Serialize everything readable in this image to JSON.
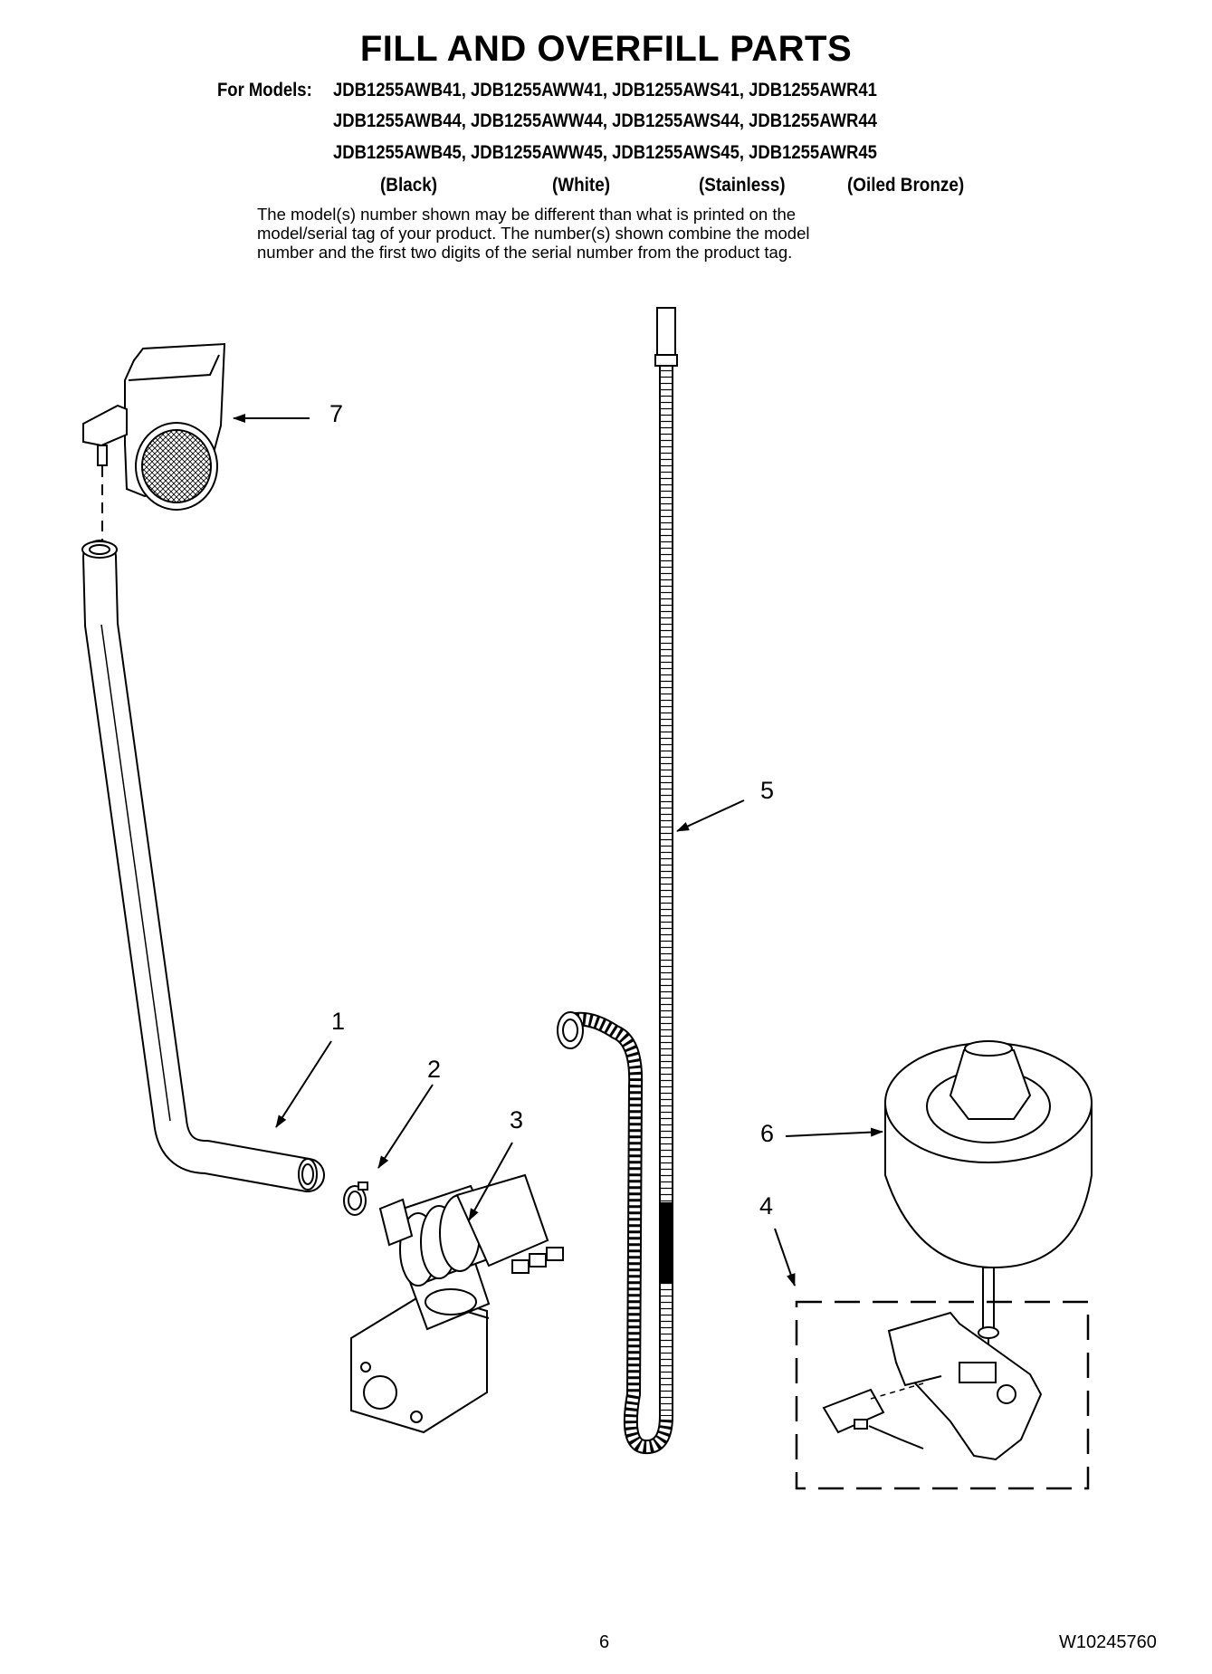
{
  "header": {
    "title": "FILL AND OVERFILL PARTS",
    "for_models_label": "For Models:",
    "model_lines": [
      "JDB1255AWB41, JDB1255AWW41, JDB1255AWS41, JDB1255AWR41",
      "JDB1255AWB44, JDB1255AWW44, JDB1255AWS44, JDB1255AWR44",
      "JDB1255AWB45, JDB1255AWW45, JDB1255AWS45, JDB1255AWR45"
    ],
    "colors": [
      "(Black)",
      "(White)",
      "(Stainless)",
      "(Oiled Bronze)"
    ],
    "note_lines": [
      "The model(s) number shown may be different than what is printed on the",
      "model/serial tag of your product. The number(s) shown combine the model",
      "number and the first two digits of the serial number from the product tag."
    ]
  },
  "callouts": [
    "1",
    "2",
    "3",
    "4",
    "5",
    "6",
    "7"
  ],
  "footer": {
    "page_number": "6",
    "doc_number": "W10245760"
  }
}
